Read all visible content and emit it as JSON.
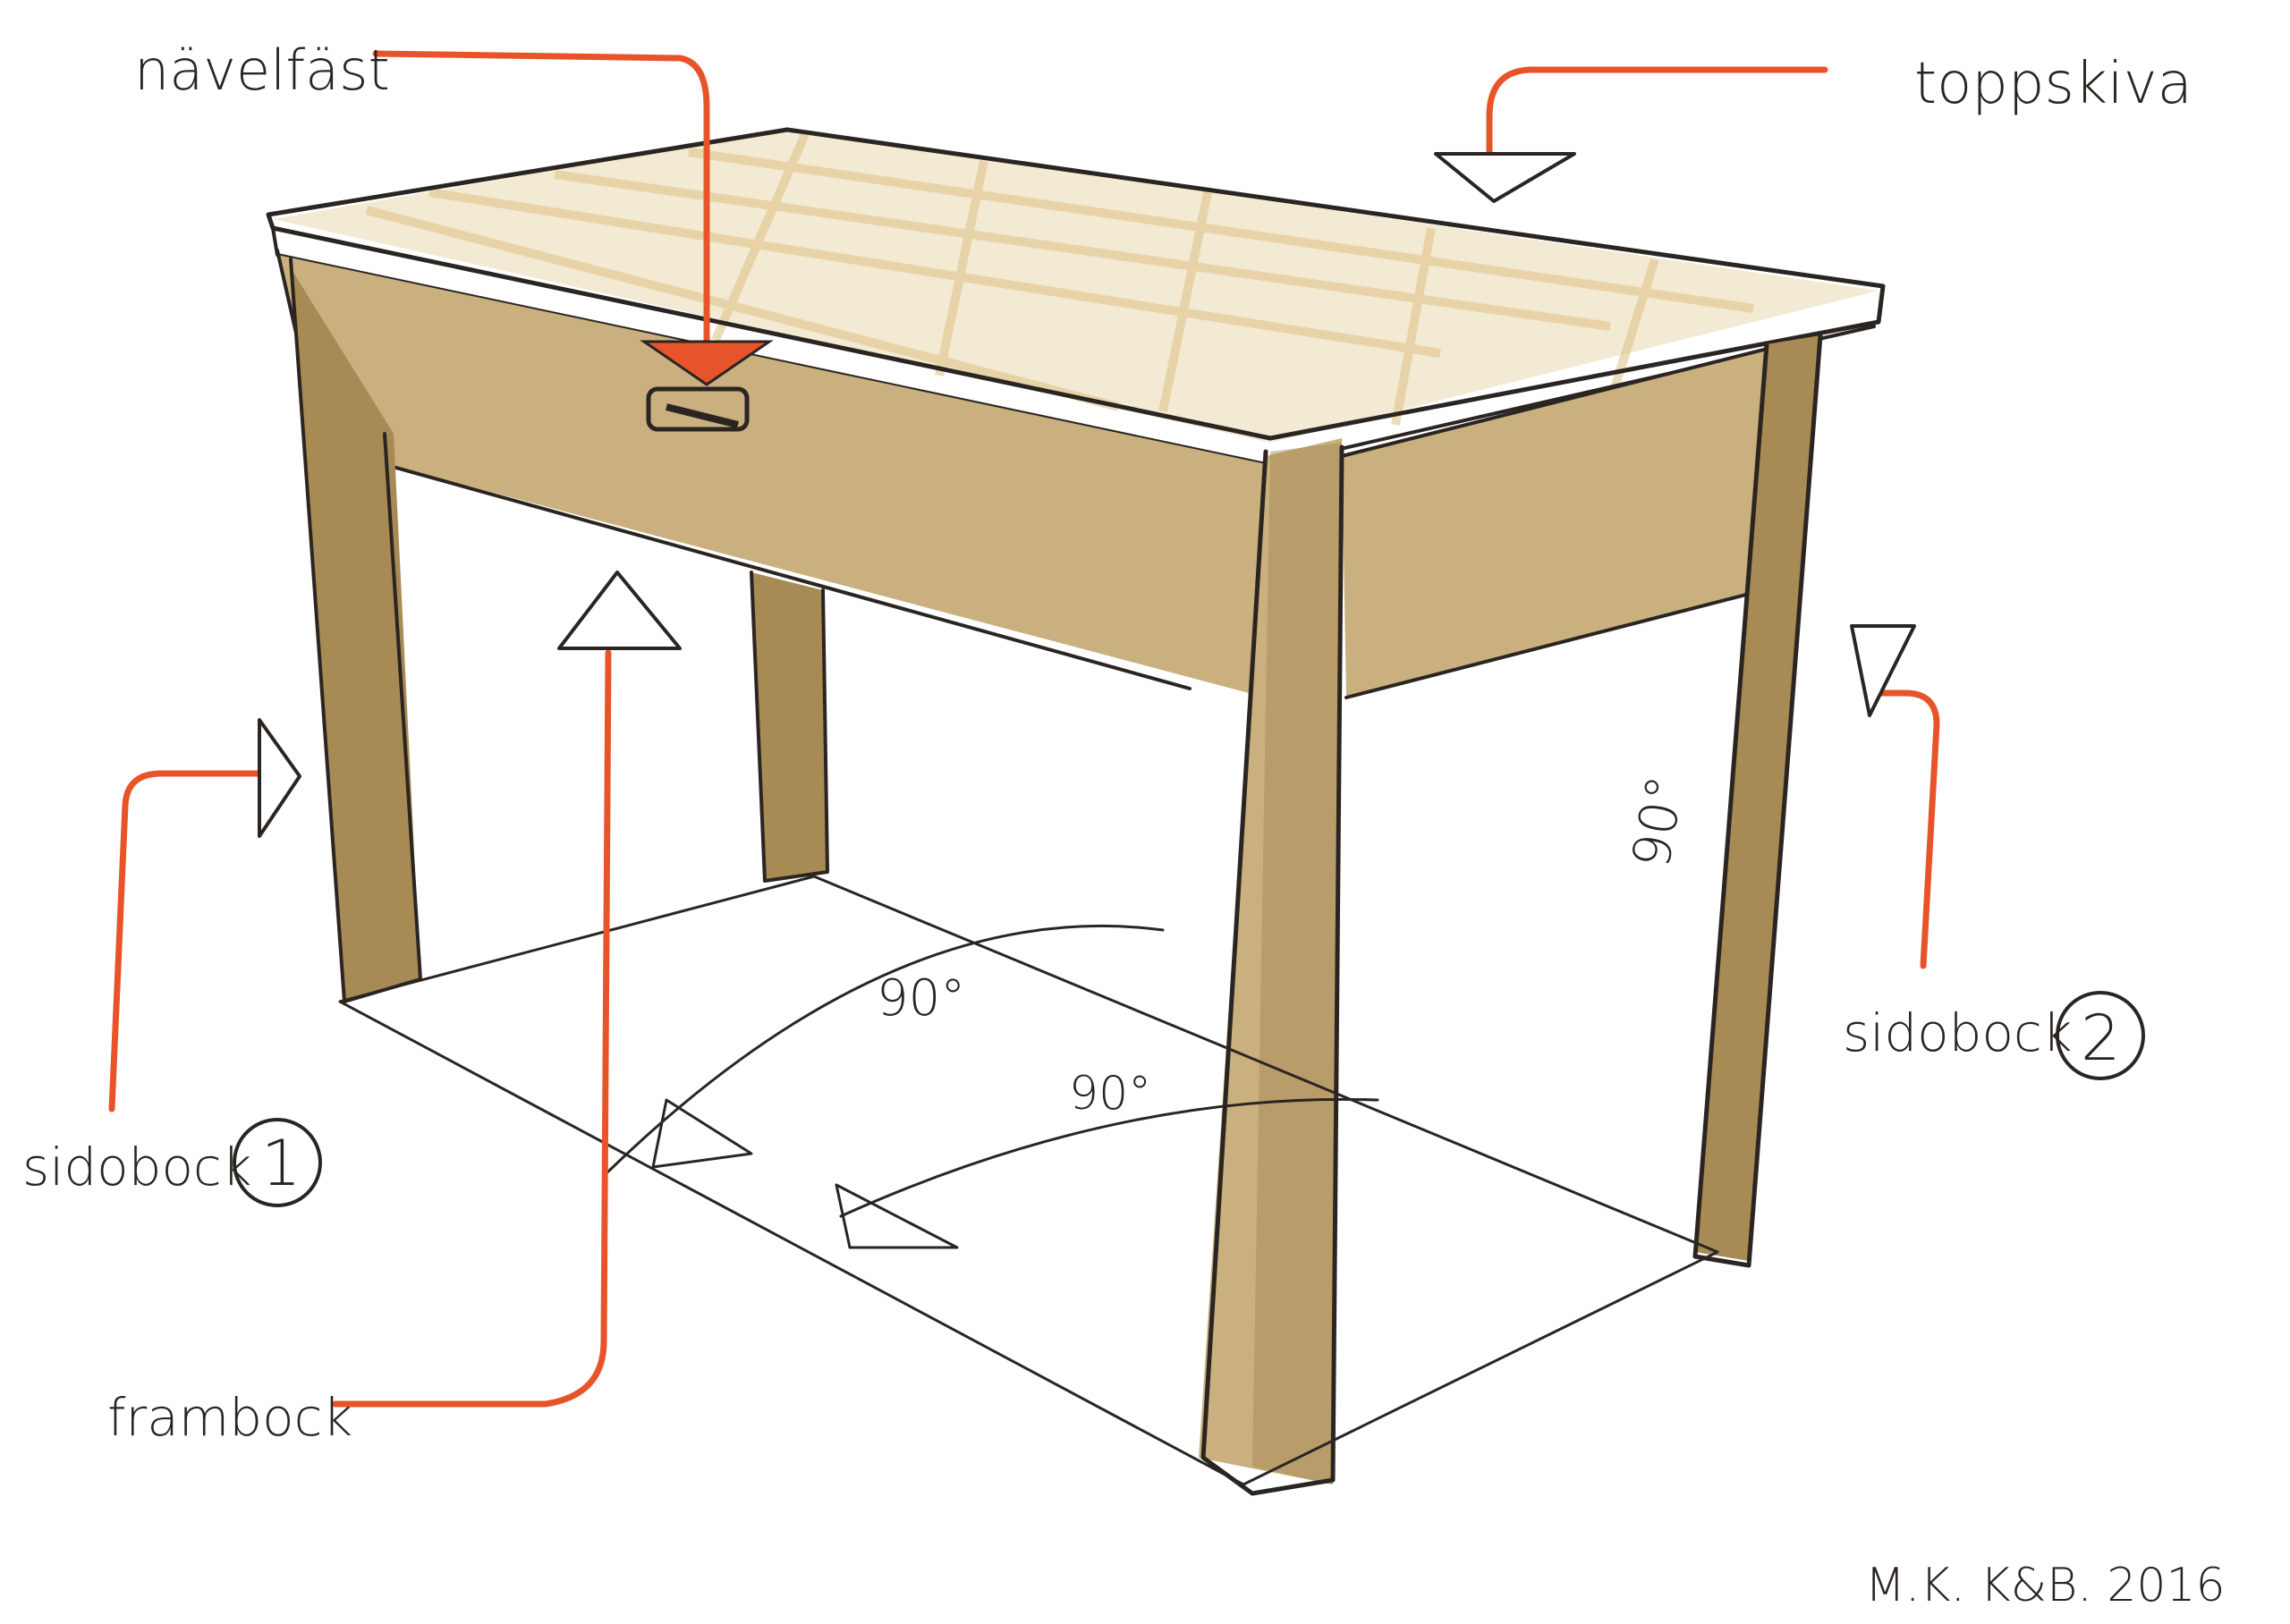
{
  "labels": {
    "handle": "nävelfäst",
    "top": "toppskiva",
    "side_left": "sidobock",
    "side_left_num": "1",
    "side_right": "sidobock",
    "side_right_num": "2",
    "front": "frambock"
  },
  "angles": [
    "90°",
    "90°",
    "90°"
  ],
  "signature": "M.K. K&B. 2016",
  "colors": {
    "ink": "#2b2522",
    "accent": "#e8542a",
    "wood": "#c9b07e",
    "paper": "#ffffff"
  }
}
